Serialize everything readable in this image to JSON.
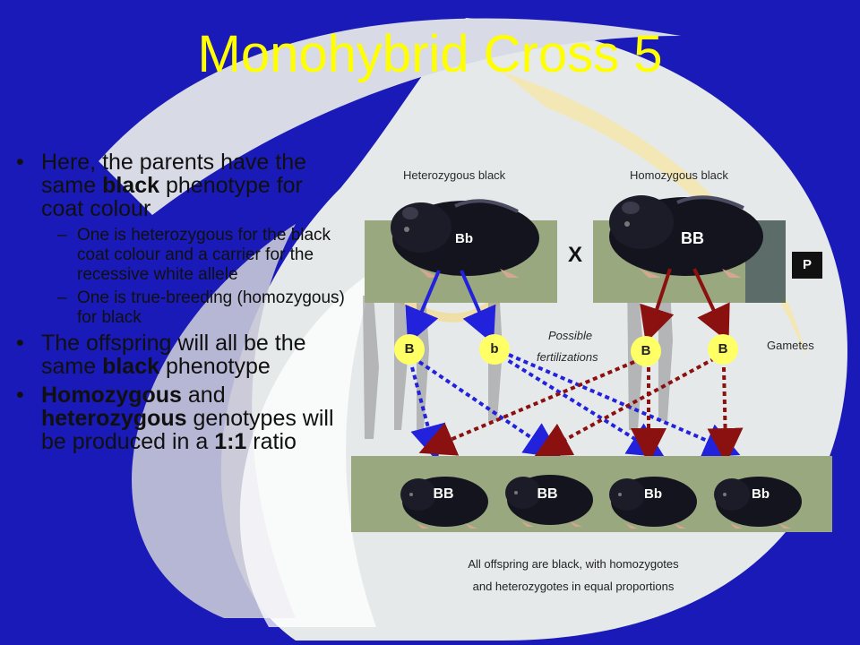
{
  "slide": {
    "title": "Monohybrid Cross 5",
    "bullets": {
      "b1": [
        "Here, the parents have the same ",
        "black",
        " phenotype for coat colour"
      ],
      "sub1": "One is heterozygous for the black coat colour and a carrier for the recessive white allele",
      "sub2": "One is true-breeding (homozygous) for black",
      "b2": [
        "The offspring will all be the same ",
        "black",
        " phenotype"
      ],
      "b3": [
        "Homozygous",
        " and ",
        "heterozygous",
        " genotypes will be produced in a ",
        "1:1",
        " ratio"
      ]
    },
    "bullet_marker": "•",
    "dash_marker": "–"
  },
  "diagram": {
    "parent_left_label": "Heterozygous black",
    "parent_right_label": "Homozygous black",
    "parent_left_genotype": "Bb",
    "parent_right_genotype": "BB",
    "cross_symbol": "X",
    "generation_label": "P",
    "gametes_label": "Gametes",
    "fertilization_label_1": "Possible",
    "fertilization_label_2": "fertilizations",
    "gametes": [
      "B",
      "b",
      "B",
      "B"
    ],
    "offspring": [
      "BB",
      "BB",
      "Bb",
      "Bb"
    ],
    "summary_line1": "All offspring are black, with homozygotes",
    "summary_line2": "and heterozygotes in equal proportions"
  },
  "colors": {
    "background": "#1a1ab8",
    "title": "#ffff00",
    "panel": "#9aa880",
    "gamete_fill": "#ffff66",
    "left_parent_arrows": "#2222dd",
    "right_parent_arrows": "#8b1010"
  }
}
